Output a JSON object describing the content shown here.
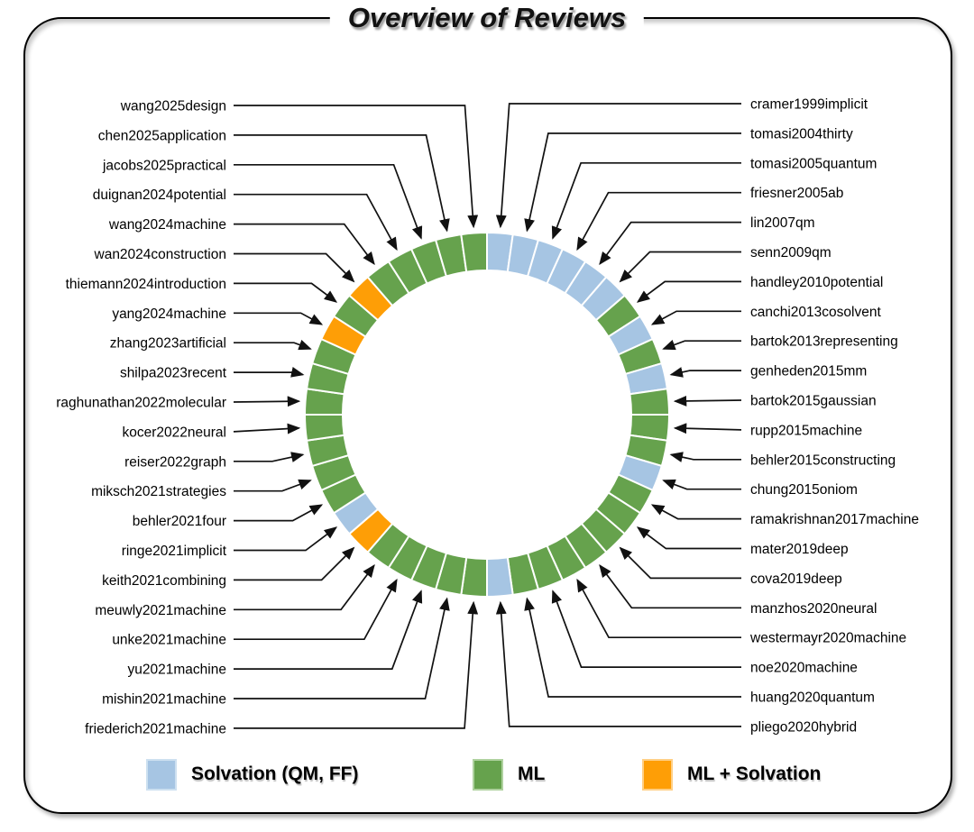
{
  "title": "Overview of Reviews",
  "legend": [
    {
      "key": "solvation",
      "label": "Solvation (QM, FF)",
      "color": "#a6c5e3",
      "edge": "#cde0f0"
    },
    {
      "key": "ml",
      "label": "ML",
      "color": "#66a24d",
      "edge": "#aed19e"
    },
    {
      "key": "ml_solvation",
      "label": "ML + Solvation",
      "color": "#fe9e06",
      "edge": "#ffcf85"
    }
  ],
  "chart_data": {
    "type": "donut",
    "title": "Overview of Reviews",
    "description": "Ring of 44 equal segments, one per review paper, starting at 12 o'clock going clockwise; labels connect to segments with elbow leader arrows.",
    "category_counts": {
      "solvation": 11,
      "ml": 30,
      "ml_solvation": 3
    },
    "segments_clockwise_from_top": [
      {
        "id": "cramer1999implicit",
        "group": "solvation"
      },
      {
        "id": "tomasi2004thirty",
        "group": "solvation"
      },
      {
        "id": "tomasi2005quantum",
        "group": "solvation"
      },
      {
        "id": "friesner2005ab",
        "group": "solvation"
      },
      {
        "id": "lin2007qm",
        "group": "solvation"
      },
      {
        "id": "senn2009qm",
        "group": "solvation"
      },
      {
        "id": "handley2010potential",
        "group": "ml"
      },
      {
        "id": "canchi2013cosolvent",
        "group": "solvation"
      },
      {
        "id": "bartok2013representing",
        "group": "ml"
      },
      {
        "id": "genheden2015mm",
        "group": "solvation"
      },
      {
        "id": "bartok2015gaussian",
        "group": "ml"
      },
      {
        "id": "rupp2015machine",
        "group": "ml"
      },
      {
        "id": "behler2015constructing",
        "group": "ml"
      },
      {
        "id": "chung2015oniom",
        "group": "solvation"
      },
      {
        "id": "ramakrishnan2017machine",
        "group": "ml"
      },
      {
        "id": "mater2019deep",
        "group": "ml"
      },
      {
        "id": "cova2019deep",
        "group": "ml"
      },
      {
        "id": "manzhos2020neural",
        "group": "ml"
      },
      {
        "id": "westermayr2020machine",
        "group": "ml"
      },
      {
        "id": "noe2020machine",
        "group": "ml"
      },
      {
        "id": "huang2020quantum",
        "group": "ml"
      },
      {
        "id": "pliego2020hybrid",
        "group": "solvation"
      },
      {
        "id": "friederich2021machine",
        "group": "ml"
      },
      {
        "id": "mishin2021machine",
        "group": "ml"
      },
      {
        "id": "yu2021machine",
        "group": "ml"
      },
      {
        "id": "unke2021machine",
        "group": "ml"
      },
      {
        "id": "meuwly2021machine",
        "group": "ml"
      },
      {
        "id": "keith2021combining",
        "group": "ml_solvation"
      },
      {
        "id": "ringe2021implicit",
        "group": "solvation"
      },
      {
        "id": "behler2021four",
        "group": "ml"
      },
      {
        "id": "miksch2021strategies",
        "group": "ml"
      },
      {
        "id": "reiser2022graph",
        "group": "ml"
      },
      {
        "id": "kocer2022neural",
        "group": "ml"
      },
      {
        "id": "raghunathan2022molecular",
        "group": "ml"
      },
      {
        "id": "shilpa2023recent",
        "group": "ml"
      },
      {
        "id": "zhang2023artificial",
        "group": "ml"
      },
      {
        "id": "yang2024machine",
        "group": "ml_solvation"
      },
      {
        "id": "thiemann2024introduction",
        "group": "ml"
      },
      {
        "id": "wan2024construction",
        "group": "ml_solvation"
      },
      {
        "id": "wang2024machine",
        "group": "ml"
      },
      {
        "id": "duignan2024potential",
        "group": "ml"
      },
      {
        "id": "jacobs2025practical",
        "group": "ml"
      },
      {
        "id": "chen2025application",
        "group": "ml"
      },
      {
        "id": "wang2025design",
        "group": "ml"
      }
    ]
  }
}
